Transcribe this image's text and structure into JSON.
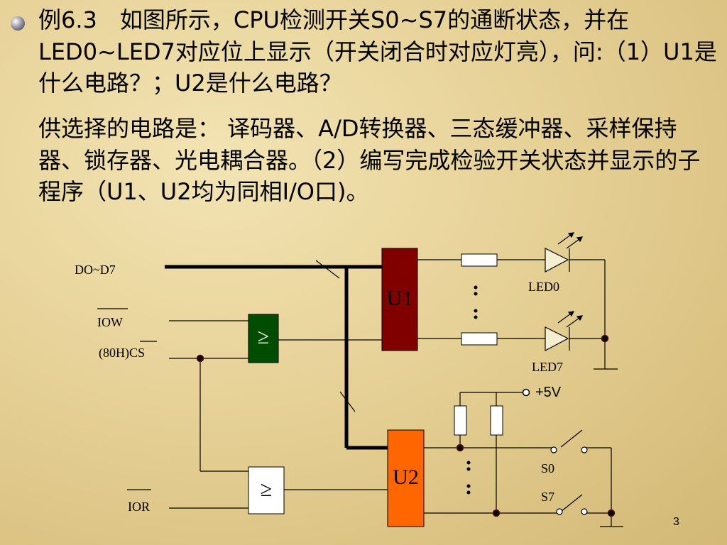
{
  "slide": {
    "paragraph1": "例6.3　如图所示，CPU检测开关S0~S7的通断状态，并在LED0~LED7对应位上显示（开关闭合时对应灯亮），问:（1）U1是什么电路？；U2是什么电路？",
    "paragraph2": "供选择的电路是： 译码器、A/D转换器、三态缓冲器、采样保持器、锁存器、光电耦合器。（2）编写完成检验开关状态并显示的子程序（U1、U2均为同相I/O口)。",
    "page_number": "3"
  },
  "diagram": {
    "bus_label": "DO~D7",
    "iow_label": "IOW",
    "cs_label": "(80H)CS",
    "ior_label": "IOR",
    "u1_label": "U1",
    "u2_label": "U2",
    "gate_symbol": "≥",
    "led_top_label": "LED0",
    "led_bottom_label": "LED7",
    "vcc_label": "+5V",
    "switch_top_label": "S0",
    "switch_bottom_label": "S7",
    "colors": {
      "u1_fill": "#800000",
      "u2_fill": "#ff6600",
      "gate1_fill": "#004d00",
      "gate2_fill": "#ffffff",
      "wire": "#000000"
    }
  }
}
